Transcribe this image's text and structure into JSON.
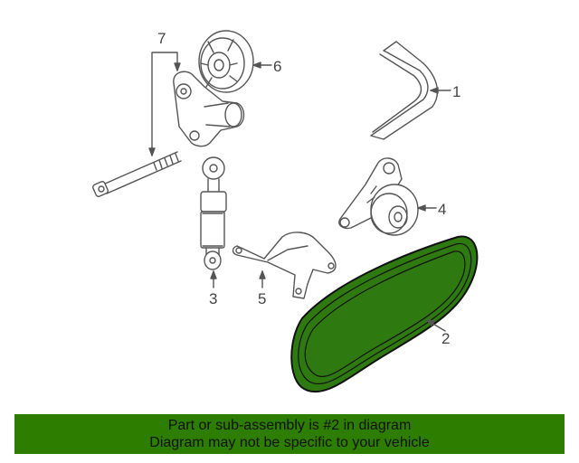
{
  "callouts": {
    "c1": "1",
    "c2": "2",
    "c3": "3",
    "c4": "4",
    "c5": "5",
    "c6": "6",
    "c7": "7"
  },
  "highlight_color": "#2d7d00",
  "belt_color": "#2f7a10",
  "banner": {
    "line1": "Part or sub-assembly is #2 in diagram",
    "line2": "Diagram may not be specific to your vehicle"
  }
}
